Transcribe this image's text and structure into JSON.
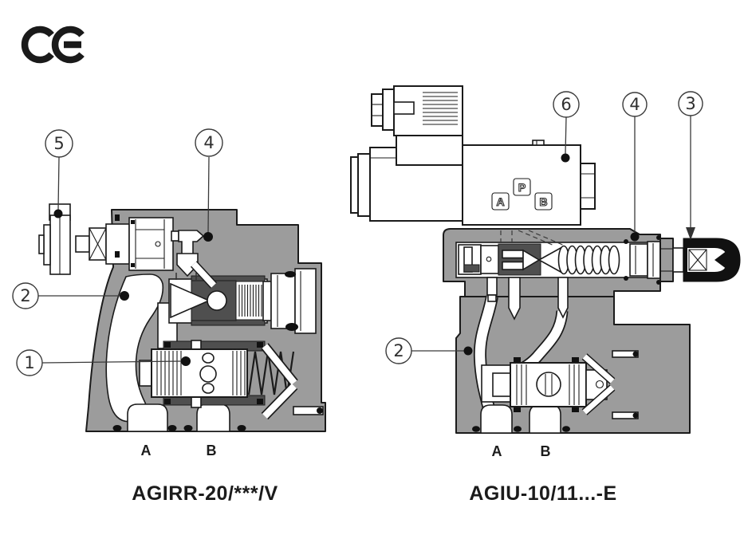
{
  "ce_mark": {
    "label": "CE"
  },
  "figures": {
    "left": {
      "caption": "AGIRR-20/***/V",
      "port_labels": {
        "a": "A",
        "b": "B"
      },
      "callouts": [
        {
          "number": "5"
        },
        {
          "number": "4"
        },
        {
          "number": "2"
        },
        {
          "number": "1"
        }
      ]
    },
    "right": {
      "caption": "AGIU-10/11...-E",
      "port_labels": {
        "a": "A",
        "b": "B"
      },
      "solenoid_labels": {
        "a": "A",
        "p": "P",
        "b": "B"
      },
      "callouts": [
        {
          "number": "6"
        },
        {
          "number": "4"
        },
        {
          "number": "3"
        },
        {
          "number": "2"
        }
      ]
    }
  },
  "colors": {
    "body_gray": "#9c9c9c",
    "seal_gray": "#4f4f4f",
    "line": "#1b1b1b",
    "background": "#ffffff"
  }
}
